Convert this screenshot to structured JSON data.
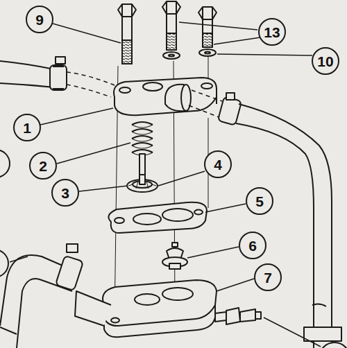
{
  "diagram": {
    "nodes": [
      {
        "text": [
          "9"
        ]
      },
      {
        "text": [
          "13"
        ]
      },
      {
        "text": [
          "10"
        ]
      },
      {
        "text": [
          "1"
        ]
      },
      {
        "text": [
          "4"
        ]
      },
      {
        "text": [
          "2"
        ]
      },
      {
        "text": [
          "3"
        ]
      },
      {
        "text": [
          "5"
        ]
      },
      {
        "text": [
          "6"
        ]
      },
      {
        "text": [
          "7"
        ]
      }
    ]
  }
}
